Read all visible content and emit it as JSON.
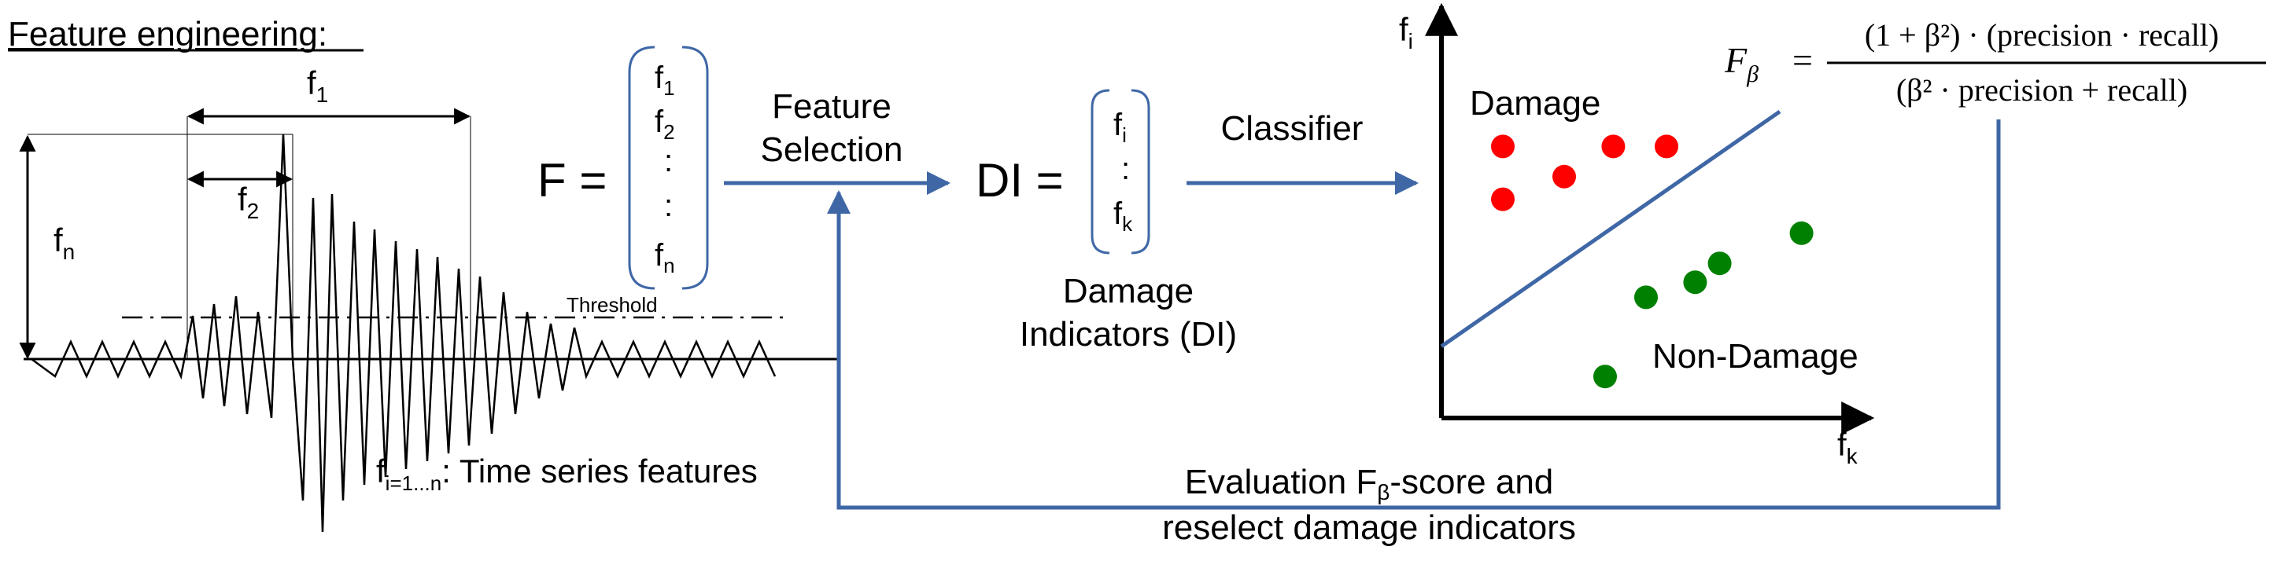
{
  "feature_engineering": {
    "title": "Feature engineering",
    "title_colon": ":",
    "f1": "f",
    "f1_sub": "1",
    "f2": "f",
    "f2_sub": "2",
    "fn": "f",
    "fn_sub": "n",
    "threshold": "Threshold",
    "legend_f": "f",
    "legend_sub": "i=1...n",
    "legend_text": ": Time series features"
  },
  "feature_vector": {
    "lhs": "F =",
    "entries": [
      {
        "base": "f",
        "sub": "1"
      },
      {
        "base": "f",
        "sub": "2"
      },
      {
        "base": ":",
        "sub": ""
      },
      {
        "base": ":",
        "sub": ""
      },
      {
        "base": "f",
        "sub": "n"
      }
    ]
  },
  "feature_selection": {
    "line1": "Feature",
    "line2": "Selection"
  },
  "di_vector": {
    "lhs": "DI =",
    "entries": [
      {
        "base": "f",
        "sub": "i"
      },
      {
        "base": ":",
        "sub": ""
      },
      {
        "base": "f",
        "sub": "k"
      }
    ],
    "caption1": "Damage",
    "caption2": "Indicators (DI)"
  },
  "classifier": {
    "label": "Classifier"
  },
  "scatter": {
    "y_axis": {
      "base": "f",
      "sub": "i"
    },
    "x_axis": {
      "base": "f",
      "sub": "k"
    },
    "damage_label": "Damage",
    "non_damage_label": "Non-Damage",
    "damage_color": "#ff0000",
    "non_damage_color": "#008000",
    "damage_points": [
      [
        0.15,
        0.72
      ],
      [
        0.15,
        0.58
      ],
      [
        0.3,
        0.64
      ],
      [
        0.42,
        0.72
      ],
      [
        0.55,
        0.72
      ]
    ],
    "non_damage_points": [
      [
        0.4,
        0.11
      ],
      [
        0.5,
        0.32
      ],
      [
        0.62,
        0.36
      ],
      [
        0.68,
        0.41
      ],
      [
        0.88,
        0.49
      ]
    ],
    "boundary": [
      [
        0.0,
        0.19
      ],
      [
        1.0,
        0.85
      ]
    ]
  },
  "formula": {
    "lhs_base": "F",
    "lhs_sub": "β",
    "equals": "=",
    "numerator": "(1 + β²) · (precision · recall)",
    "denominator": "(β² · precision + recall)"
  },
  "evaluation": {
    "line1_pre": "Evaluation F",
    "line1_sub": "β",
    "line1_post": "-score and",
    "line2": "reselect damage indicators"
  },
  "colors": {
    "arrow": "#3f67a6",
    "bracket": "#3f67a6"
  }
}
